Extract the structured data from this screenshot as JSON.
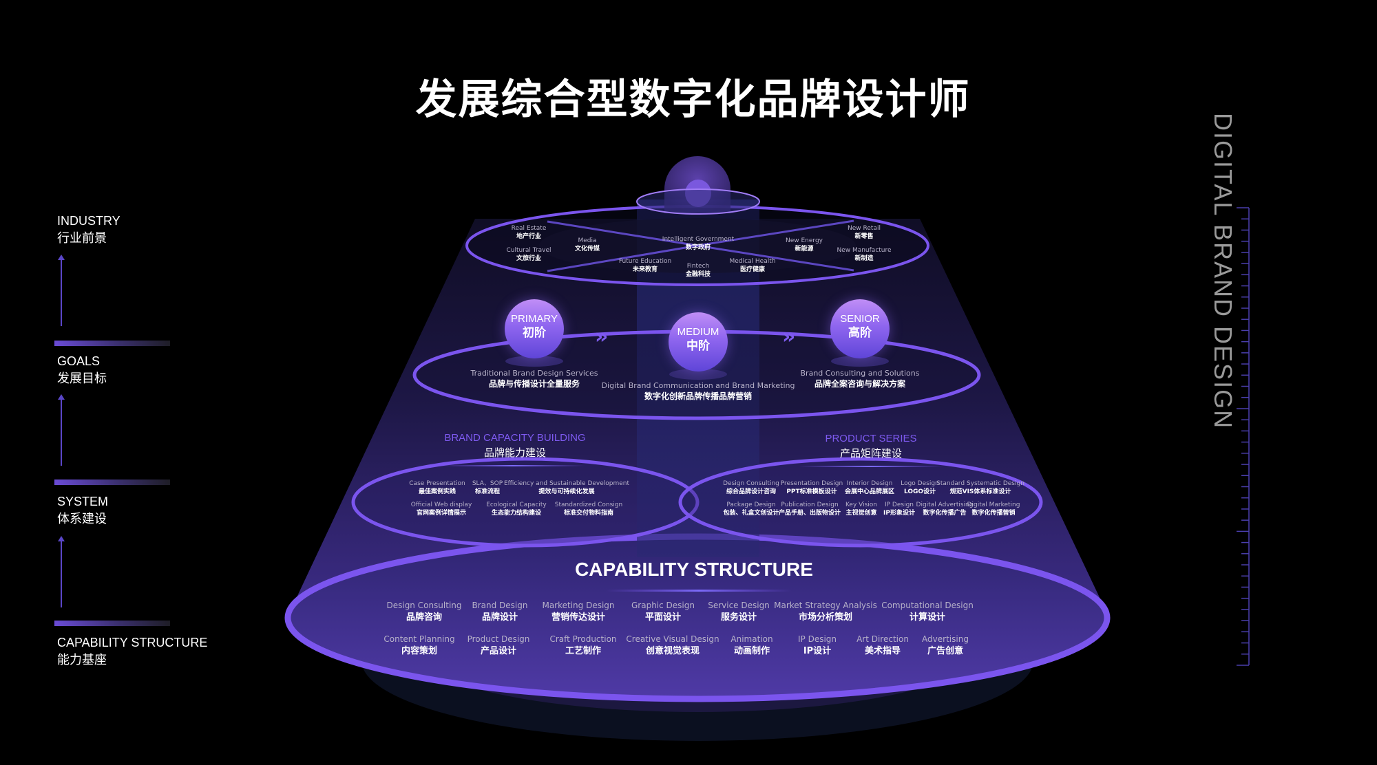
{
  "title": "发展综合型数字化品牌设计师",
  "vertical_text": "DIGITAL BRAND DESIGN",
  "colors": {
    "accent": "#7b55ee",
    "accent_light": "#c08ef6",
    "background": "#000000",
    "section_title": "#7e5af0",
    "ruler": "#4b3fae"
  },
  "sidebar": {
    "items": [
      {
        "en": "INDUSTRY",
        "zh": "行业前景"
      },
      {
        "en": "GOALS",
        "zh": "发展目标"
      },
      {
        "en": "SYSTEM",
        "zh": "体系建设"
      },
      {
        "en": "CAPABILITY STRUCTURE",
        "zh": "能力基座"
      }
    ],
    "icons": [
      "arrow-up-icon",
      "arrow-up-icon",
      "arrow-up-icon"
    ]
  },
  "industry": {
    "items": [
      {
        "en": "Real Estate",
        "zh": "地产行业"
      },
      {
        "en": "Cultural Travel",
        "zh": "文旅行业"
      },
      {
        "en": "Media",
        "zh": "文化传媒"
      },
      {
        "en": "Intelligent Government",
        "zh": "数字政府"
      },
      {
        "en": "Future Education",
        "zh": "未来教育"
      },
      {
        "en": "Fintech",
        "zh": "金融科技"
      },
      {
        "en": "Medical Health",
        "zh": "医疗健康"
      },
      {
        "en": "New Energy",
        "zh": "新能源"
      },
      {
        "en": "New Retail",
        "zh": "新零售"
      },
      {
        "en": "New Manufacture",
        "zh": "新制造"
      }
    ]
  },
  "goals": {
    "levels": [
      {
        "en": "PRIMARY",
        "zh": "初阶",
        "desc_en": "Traditional Brand Design  Services",
        "desc_zh": "品牌与传播设计全量服务"
      },
      {
        "en": "MEDIUM",
        "zh": "中阶",
        "desc_en": "Digital Brand Communication and Brand  Marketing",
        "desc_zh": "数字化创新品牌传播品牌营销"
      },
      {
        "en": "SENIOR",
        "zh": "高阶",
        "desc_en": "Brand Consulting and Solutions",
        "desc_zh": "品牌全案咨询与解决方案"
      }
    ],
    "arrow_glyph": "»"
  },
  "system": {
    "brand_capacity": {
      "title_en": "BRAND CAPACITY BUILDING",
      "title_zh": "品牌能力建设",
      "items": [
        {
          "en": "Case Presentation",
          "zh": "最佳案例实践"
        },
        {
          "en": "SLA、SOP",
          "zh": "标准流程"
        },
        {
          "en": "Efficiency and Sustainable Development",
          "zh": "提效与可持续化发展"
        },
        {
          "en": "Official Web display",
          "zh": "官网案例详情展示"
        },
        {
          "en": "Ecological Capacity",
          "zh": "生态能力结构建设"
        },
        {
          "en": "Standardized Consign",
          "zh": "标准交付物料指南"
        }
      ]
    },
    "product_series": {
      "title_en": "PRODUCT SERIES",
      "title_zh": "产品矩阵建设",
      "items": [
        {
          "en": "Design Consulting",
          "zh": "综合品牌设计咨询"
        },
        {
          "en": "Presentation Design",
          "zh": "PPT标准模板设计"
        },
        {
          "en": "Interior Design",
          "zh": "会展中心品牌展区"
        },
        {
          "en": "Logo Design",
          "zh": "LOGO设计"
        },
        {
          "en": "Standard Systematic Design",
          "zh": "规范VIS体系标准设计"
        },
        {
          "en": "Package Design",
          "zh": "包装、礼盒文创设计"
        },
        {
          "en": "Publication Design",
          "zh": "产品手册、出版物设计"
        },
        {
          "en": "Key Vision",
          "zh": "主视觉创意"
        },
        {
          "en": "IP Design",
          "zh": "IP形象设计"
        },
        {
          "en": "Digital Advertising",
          "zh": "数字化传播广告"
        },
        {
          "en": "Digital Marketing",
          "zh": "数字化传播营销"
        }
      ]
    }
  },
  "capability": {
    "title": "CAPABILITY STRUCTURE",
    "items": [
      {
        "en": "Design Consulting",
        "zh": "品牌咨询"
      },
      {
        "en": "Brand Design",
        "zh": "品牌设计"
      },
      {
        "en": "Marketing Design",
        "zh": "营销传达设计"
      },
      {
        "en": "Graphic Design",
        "zh": "平面设计"
      },
      {
        "en": "Service Design",
        "zh": "服务设计"
      },
      {
        "en": "Market Strategy Analysis",
        "zh": "市场分析策划"
      },
      {
        "en": "Computational Design",
        "zh": "计算设计"
      },
      {
        "en": "Content Planning",
        "zh": "内容策划"
      },
      {
        "en": "Product  Design",
        "zh": "产品设计"
      },
      {
        "en": "Craft Production",
        "zh": "工艺制作"
      },
      {
        "en": "Creative Visual Design",
        "zh": "创意视觉表现"
      },
      {
        "en": "Animation",
        "zh": "动画制作"
      },
      {
        "en": "IP Design",
        "zh": "IP设计"
      },
      {
        "en": "Art Direction",
        "zh": "美术指导"
      },
      {
        "en": "Advertising",
        "zh": "广告创意"
      }
    ]
  }
}
